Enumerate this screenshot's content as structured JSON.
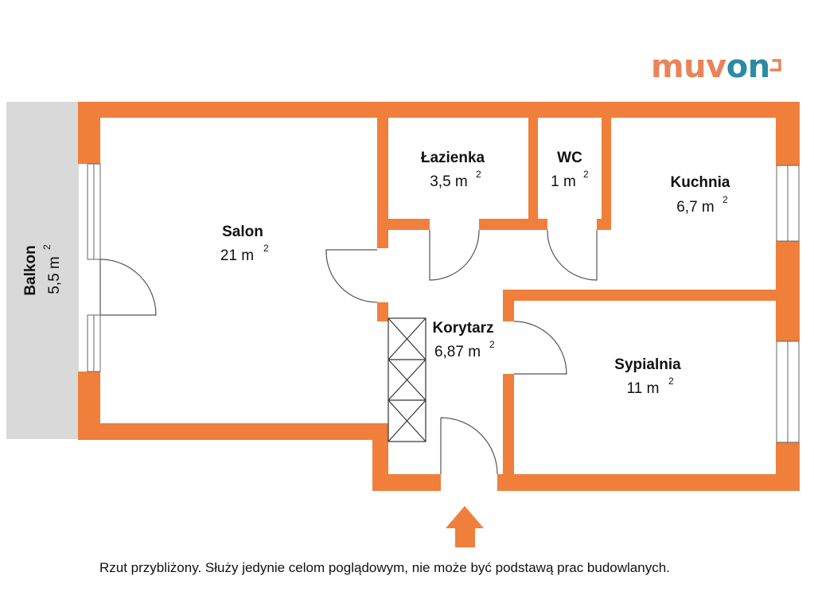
{
  "brand": {
    "part1": "muv",
    "part2": "on",
    "color_orange": "#e8845a",
    "color_teal": "#2c8aa4"
  },
  "colors": {
    "wall": "#ef7f3b",
    "balcony": "#d9d9d9",
    "stroke": "#444444"
  },
  "rooms": [
    {
      "id": "salon",
      "name": "Salon",
      "area": "21 m",
      "sup": "2"
    },
    {
      "id": "lazienka",
      "name": "Łazienka",
      "area": "3,5 m",
      "sup": "2"
    },
    {
      "id": "wc",
      "name": "WC",
      "area": "1 m",
      "sup": "2"
    },
    {
      "id": "kuchnia",
      "name": "Kuchnia",
      "area": "6,7 m",
      "sup": "2"
    },
    {
      "id": "korytarz",
      "name": "Korytarz",
      "area": "6,87 m",
      "sup": "2"
    },
    {
      "id": "sypialnia",
      "name": "Sypialnia",
      "area": "11 m",
      "sup": "2"
    },
    {
      "id": "balkon",
      "name": "Balkon",
      "area": "5,5 m",
      "sup": "2"
    }
  ],
  "entrance_icon": "up-arrow-icon",
  "disclaimer": "Rzut przybliżony. Służy jedynie celom poglądowym, nie może być podstawą prac budowlanych."
}
